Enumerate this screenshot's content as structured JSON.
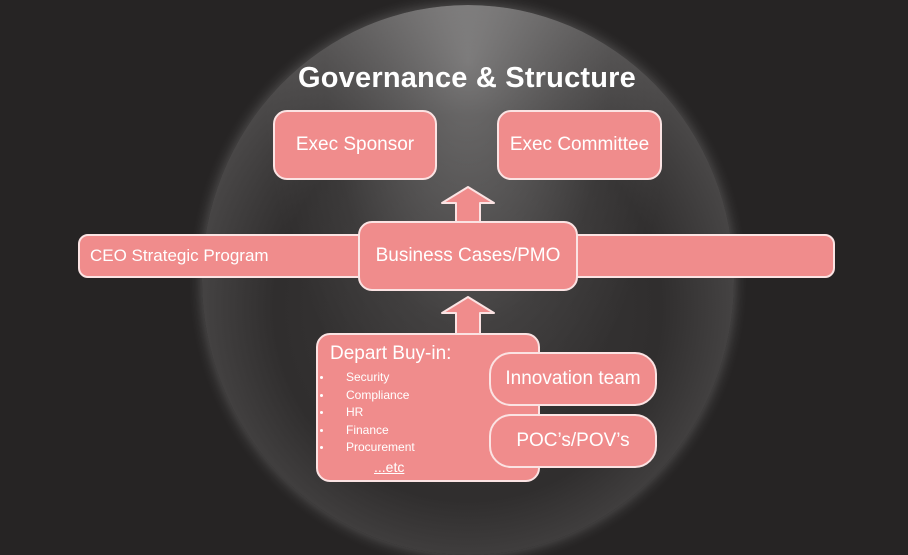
{
  "title": "Governance & Structure",
  "nodes": {
    "exec_sponsor": "Exec Sponsor",
    "exec_committee": "Exec Committee",
    "ceo_program": "CEO Strategic Program",
    "business_cases": "Business Cases/PMO",
    "depart_title": "Depart Buy-in:",
    "depart_items": [
      "Security",
      "Compliance",
      "HR",
      "Finance",
      "Procurement"
    ],
    "depart_etc": "...etc",
    "innovation_team": "Innovation team",
    "pocs": "POC’s/POV’s"
  },
  "colors": {
    "background": "#262424",
    "box_fill": "#f08c8c",
    "box_border": "#fbe3e3",
    "text": "#ffffff"
  },
  "arrows": [
    {
      "from": "business_cases",
      "to": "exec_level",
      "direction": "up"
    },
    {
      "from": "depart_buy_in",
      "to": "business_cases",
      "direction": "up"
    }
  ]
}
